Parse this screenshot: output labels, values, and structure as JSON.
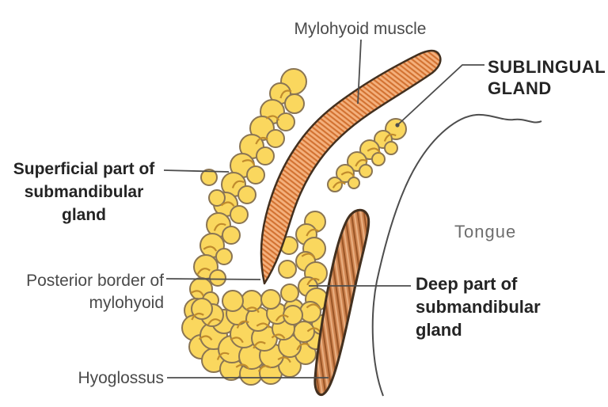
{
  "labels": {
    "mylohyoid_muscle": "Mylohyoid muscle",
    "sublingual_gland": [
      "SUBLINGUAL",
      "GLAND"
    ],
    "superficial_part": [
      "Superficial part of",
      "submandibular",
      "gland"
    ],
    "posterior_border": [
      "Posterior border of",
      "mylohyoid"
    ],
    "hyoglossus": "Hyoglossus",
    "tongue": "Tongue",
    "deep_part": [
      "Deep part of",
      "submandibular",
      "gland"
    ]
  },
  "colors": {
    "background": "#ffffff",
    "gland_fill": "#FAD75E",
    "gland_outline": "#8A7553",
    "gland_mark": "#C08B2D",
    "mylohyoid_fill": "#F4B07C",
    "mylohyoid_hatch": "#D27130",
    "muscle_fill": "#CE8450",
    "muscle_stripe_dark": "#9A5526",
    "muscle_stripe_light": "#EBB183",
    "outline_dark": "#43301F",
    "line_gray": "#4D4D4D",
    "label_bold": "#242424",
    "label_regular": "#4A4A4A",
    "label_light": "#6E6E6E"
  }
}
